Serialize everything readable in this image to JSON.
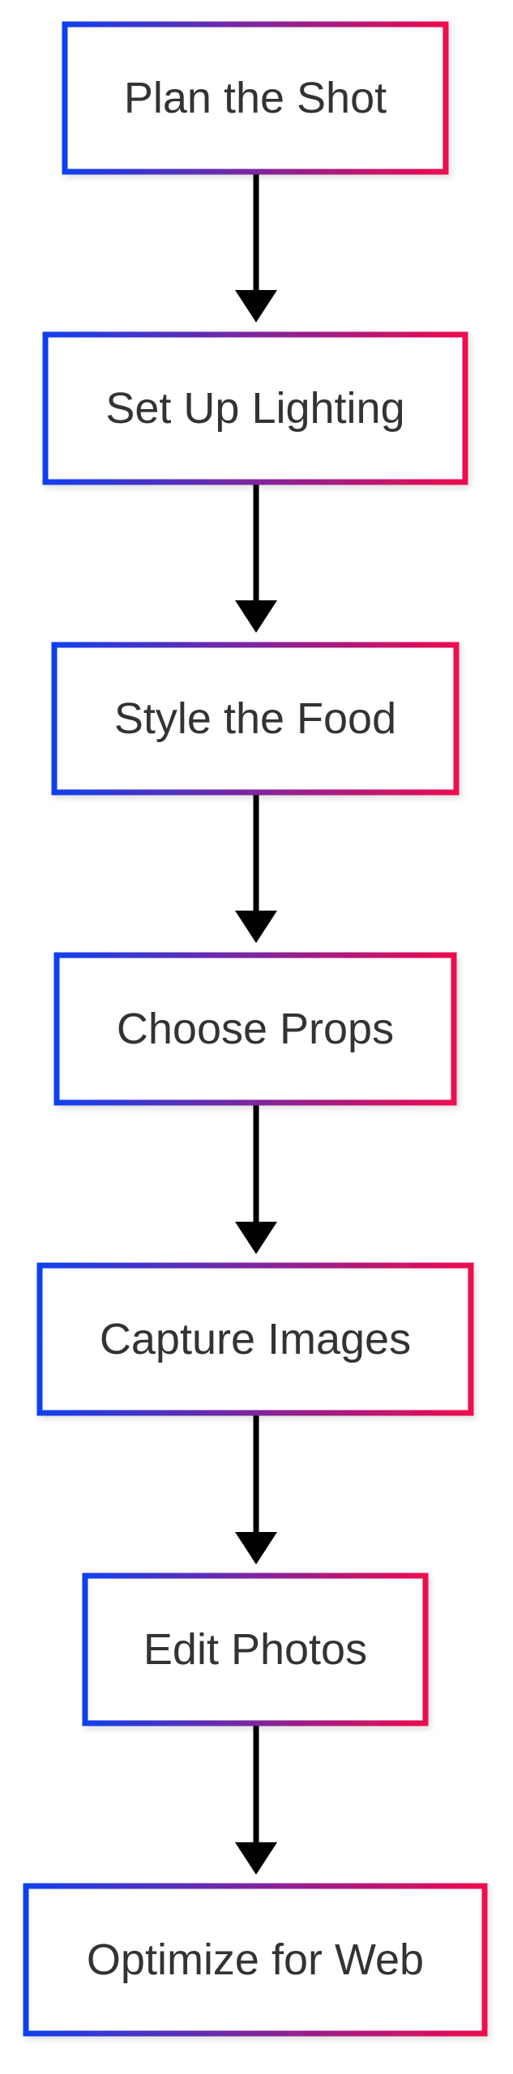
{
  "diagram": {
    "type": "flowchart",
    "direction": "top-to-bottom",
    "colors": {
      "border_start": "#1040ee",
      "border_end": "#ee0a4e",
      "text": "#333333",
      "arrow": "#000000",
      "node_fill": "#ffffff"
    },
    "nodes": [
      {
        "id": "plan",
        "label": "Plan the Shot"
      },
      {
        "id": "lighting",
        "label": "Set Up Lighting"
      },
      {
        "id": "style",
        "label": "Style the Food"
      },
      {
        "id": "props",
        "label": "Choose Props"
      },
      {
        "id": "capture",
        "label": "Capture Images"
      },
      {
        "id": "edit",
        "label": "Edit Photos"
      },
      {
        "id": "optimize",
        "label": "Optimize for Web"
      }
    ],
    "edges": [
      {
        "from": "plan",
        "to": "lighting"
      },
      {
        "from": "lighting",
        "to": "style"
      },
      {
        "from": "style",
        "to": "props"
      },
      {
        "from": "props",
        "to": "capture"
      },
      {
        "from": "capture",
        "to": "edit"
      },
      {
        "from": "edit",
        "to": "optimize"
      }
    ]
  }
}
